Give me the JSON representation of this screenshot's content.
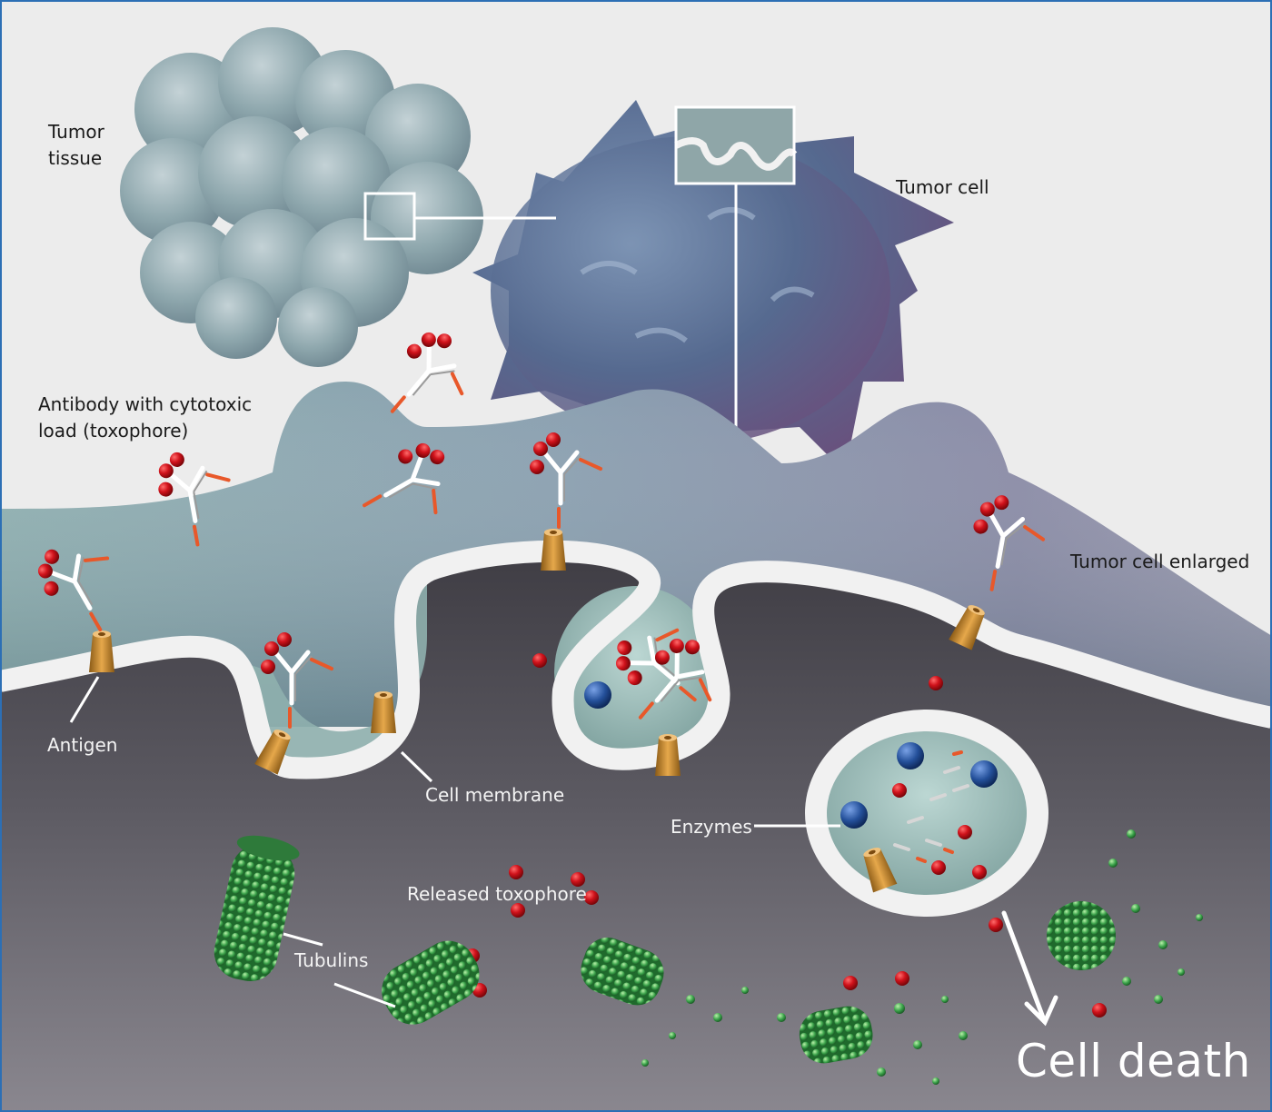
{
  "labels": {
    "tumor_tissue_line1": "Tumor",
    "tumor_tissue_line2": "tissue",
    "tumor_cell": "Tumor cell",
    "antibody_line1": "Antibody with cytotoxic",
    "antibody_line2": "load (toxophore)",
    "tumor_cell_enlarged": "Tumor cell enlarged",
    "antigen": "Antigen",
    "cell_membrane": "Cell membrane",
    "enzymes": "Enzymes",
    "released_toxophore": "Released toxophore",
    "tubulins": "Tubulins",
    "cell_death": "Cell death"
  },
  "colors": {
    "background": "#ececec",
    "frame": "#2c6fb5",
    "membrane": "#f1f1f1",
    "toxophore": "#c8101a",
    "antigen": "#c98a2e",
    "enzyme": "#24509a",
    "tubulin": "#3aa24a",
    "antibody_load": "#e8582a"
  }
}
